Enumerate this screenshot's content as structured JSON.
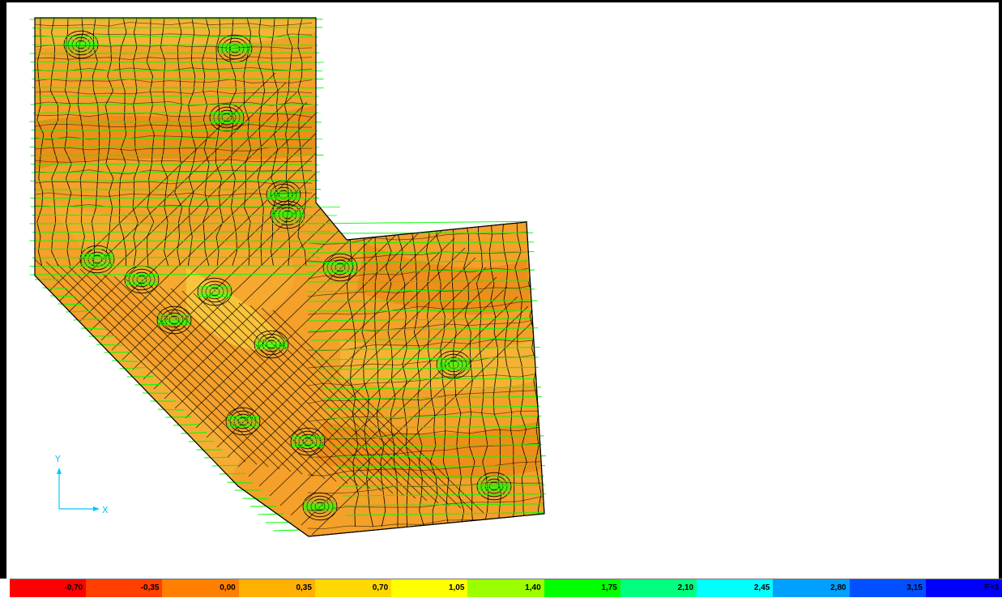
{
  "legend": {
    "labels": [
      "-0,70",
      "-0,35",
      "0,00",
      "0,35",
      "0,70",
      "1,05",
      "1,40",
      "1,75",
      "2,10",
      "2,45",
      "2,80",
      "3,15",
      "E+3"
    ],
    "colors": [
      "#ff0000",
      "#ff4000",
      "#ff8000",
      "#ffb000",
      "#ffd800",
      "#ffff00",
      "#9cff00",
      "#00ff00",
      "#00ff80",
      "#00ffff",
      "#00a0ff",
      "#0050ff",
      "#0000ff"
    ]
  },
  "axes": {
    "x_label": "X",
    "y_label": "Y",
    "color": "#00c8ff"
  },
  "contour_colors": {
    "base": "#f4a02a",
    "dark": "#ee8a1a",
    "light": "#f8b83a",
    "mesh_line": "#000000",
    "vector": "#00ff00"
  }
}
